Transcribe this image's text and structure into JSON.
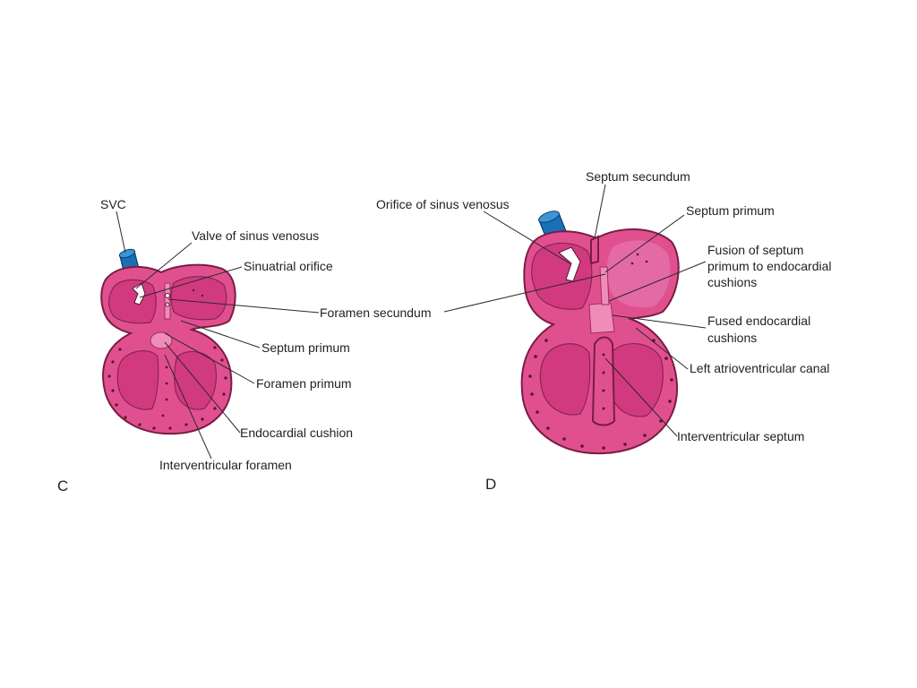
{
  "panels": [
    {
      "letter": "C",
      "labels": {
        "svc": "SVC",
        "valve_sinus_venosus": "Valve of sinus venosus",
        "sinuatrial_orifice": "Sinuatrial orifice",
        "foramen_secundum": "Foramen secundum",
        "septum_primum": "Septum primum",
        "foramen_primum": "Foramen primum",
        "endocardial_cushion": "Endocardial cushion",
        "interventricular_foramen": "Interventricular foramen"
      }
    },
    {
      "letter": "D",
      "labels": {
        "septum_secundum": "Septum secundum",
        "orifice_sinus_venosus": "Orifice of sinus venosus",
        "septum_primum": "Septum primum",
        "fusion_line1": "Fusion of septum",
        "fusion_line2": "primum to endocardial",
        "fusion_line3": "cushions",
        "fused_line1": "Fused endocardial",
        "fused_line2": "cushions",
        "left_av_canal": "Left atrioventricular canal",
        "interventricular_septum": "Interventricular septum"
      }
    }
  ],
  "colors": {
    "heart_wall": "#e0508f",
    "cavity": "#d23a80",
    "vessel": "#1a6fb5",
    "text": "#222222"
  }
}
